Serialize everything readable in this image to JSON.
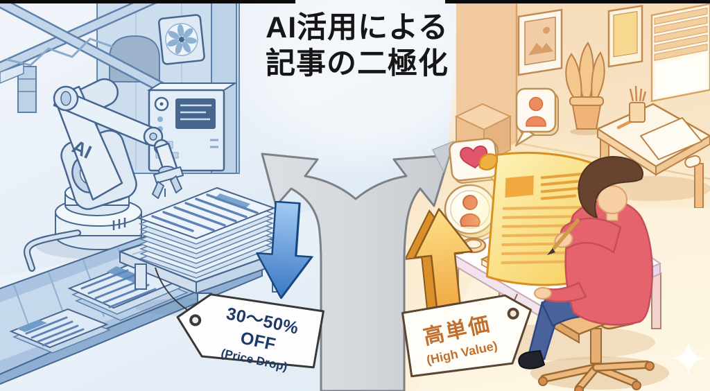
{
  "title": {
    "line1": "AI活用による",
    "line2": "記事の二極化"
  },
  "robot": {
    "label": "AI"
  },
  "left_scene": {
    "description": "AI article factory: robot arm stacking documents on a conveyor",
    "tag": {
      "line1": "30〜50% OFF",
      "line2": "(Price Drop)"
    },
    "trend_arrow": "down",
    "colors": {
      "background": "#dce8f4",
      "linework": "#47668f",
      "arrow": "#3a77c4",
      "tag_text": "#1e3a66"
    }
  },
  "right_scene": {
    "description": "Human writer at a desk with a glowing article scroll",
    "tag": {
      "line1": "高単価",
      "line2": "(High Value)"
    },
    "trend_arrow": "up",
    "colors": {
      "background": "#f7e0bf",
      "linework": "#b97f42",
      "arrow": "#f0a23c",
      "tag_text": "#c0702c",
      "sweater": "#e5636d",
      "scroll": "#f8d468"
    },
    "floating_icons": [
      "person-speech-bubble-icon",
      "heart-bubble-icon",
      "writer-badge-icon"
    ]
  },
  "center_arrow": {
    "shape": "forked-path",
    "color": "#d3d6da"
  }
}
